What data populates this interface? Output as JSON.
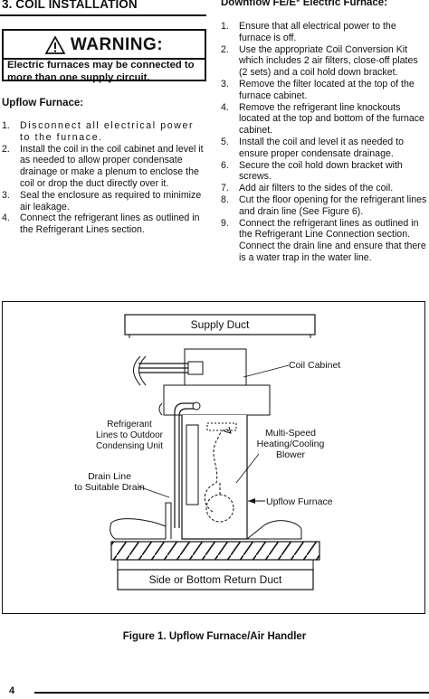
{
  "section": {
    "title": "3. COIL INSTALLATION"
  },
  "warning": {
    "heading": "WARNING:",
    "body": "Electric furnaces may be connected to more than one supply circuit."
  },
  "upflow": {
    "heading": "Upflow Furnace:",
    "steps": [
      {
        "num": "1.",
        "text": "Disconnect all electrical power to the furnace."
      },
      {
        "num": "2.",
        "text": "Install the coil in the coil cabinet and level it as needed to allow proper condensate drainage or make a plenum to enclose the coil or drop the duct directly over it."
      },
      {
        "num": "3.",
        "text": "Seal the enclosure as required to minimize air leakage."
      },
      {
        "num": "4.",
        "text": "Connect the refrigerant lines as outlined in the Refrigerant Lines section."
      }
    ]
  },
  "downflow": {
    "heading": "Downflow FE/E* Electric Furnace:",
    "steps": [
      {
        "num": "1.",
        "text": "Ensure that all electrical power to the furnace is off."
      },
      {
        "num": "2.",
        "text": "Use the appropriate Coil Conversion Kit which includes 2 air filters, close-off plates (2 sets) and a coil hold down bracket."
      },
      {
        "num": "3.",
        "text": "Remove the filter located at the top of the furnace cabinet."
      },
      {
        "num": "4.",
        "text": "Remove the refrigerant line knockouts located at the top and bottom of the furnace cabinet."
      },
      {
        "num": "5.",
        "text": "Install the coil and level it as needed to ensure proper condensate drainage."
      },
      {
        "num": "6.",
        "text": "Secure the coil hold down bracket with screws."
      },
      {
        "num": "7.",
        "text": "Add air filters to the sides of the coil."
      },
      {
        "num": "8.",
        "text": "Cut the floor opening for the refrigerant lines and drain line (See Figure 6)."
      },
      {
        "num": "9.",
        "text": "Connect the refrigerant lines as outlined in the Refrigerant Line Connection section. Connect the drain line and ensure that there is a water trap in the water line."
      }
    ]
  },
  "figure": {
    "supply_duct": "Supply Duct",
    "coil_cabinet": "Coil Cabinet",
    "refrigerant": [
      "Refrigerant",
      "Lines to Outdoor",
      "Condensing Unit"
    ],
    "blower": [
      "Multi-Speed",
      "Heating/Cooling",
      "Blower"
    ],
    "drain": [
      "Drain Line",
      "to Suitable Drain"
    ],
    "upflow_furnace": "Upflow Furnace",
    "return_duct": "Side or Bottom Return Duct",
    "caption": "Figure 1. Upflow Furnace/Air Handler"
  },
  "footer": {
    "page": "4"
  }
}
